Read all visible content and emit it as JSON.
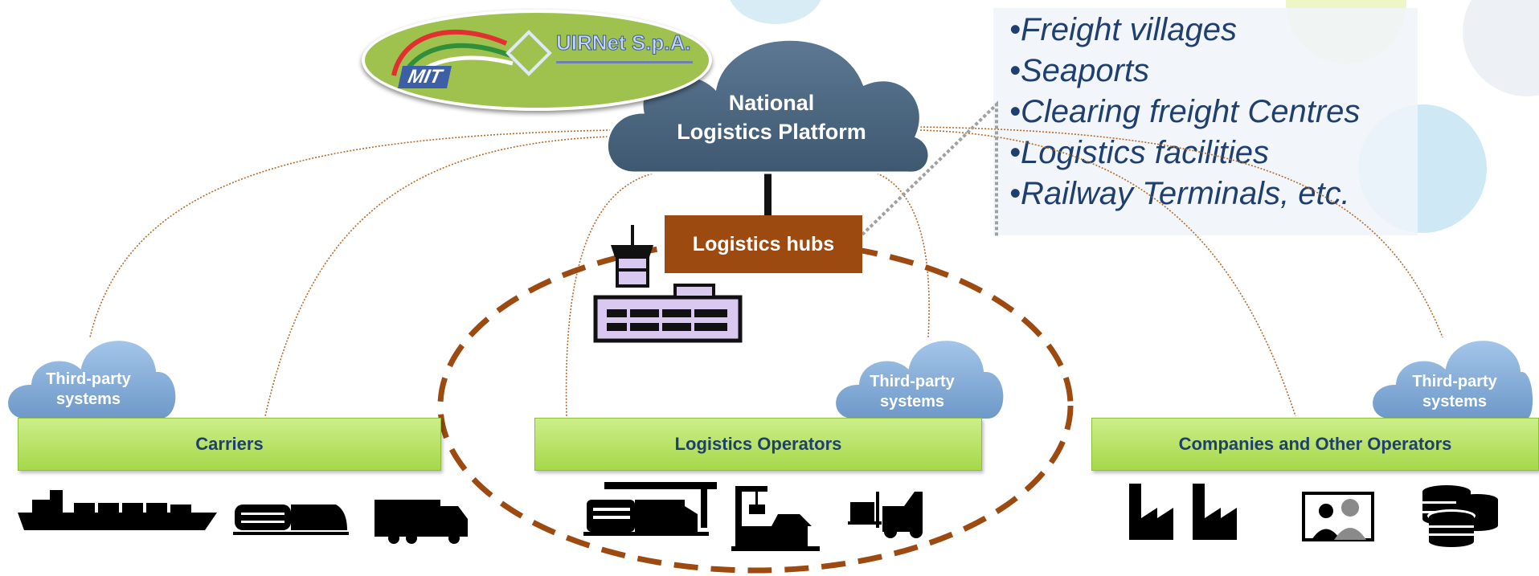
{
  "logo": {
    "org_name": "UIRNet S.p.A.",
    "ministry": "MIT"
  },
  "platform": {
    "label_line1": "National",
    "label_line2": "Logistics Platform"
  },
  "hubs": {
    "label": "Logistics hubs"
  },
  "facilities": {
    "items": [
      "•Freight villages",
      "•Seaports",
      "•Clearing freight Centres",
      "•Logistics facilities",
      "•Railway Terminals, etc."
    ]
  },
  "third_party": {
    "line1": "Third-party",
    "line2": "systems"
  },
  "groups": {
    "carriers": "Carriers",
    "logistics_operators": "Logistics Operators",
    "companies": "Companies and Other Operators"
  },
  "icons": {
    "ship": "cargo-ship-icon",
    "train": "train-icon",
    "truck": "truck-icon",
    "tower": "control-tower-icon",
    "loading_dock": "loading-dock-icon",
    "crane": "crane-icon",
    "forklift": "forklift-icon",
    "factory": "factory-icon",
    "people": "video-conference-icon",
    "database": "database-icon"
  },
  "colors": {
    "cloud": "#4d6882",
    "bar": "#b5e061",
    "bar_text": "#1f3f6e",
    "hub": "#9c4a10",
    "dashed_ellipse": "#9c4a10",
    "list_text": "#1f3f6e"
  }
}
